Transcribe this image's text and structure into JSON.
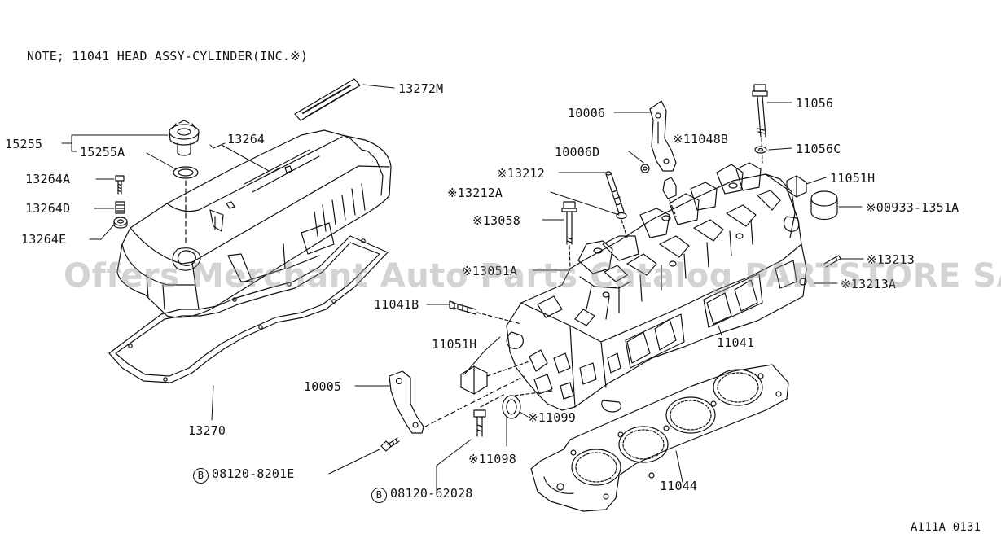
{
  "diagram": {
    "note": "NOTE; 11041 HEAD ASSY-CYLINDER(INC.※)",
    "reference": "A111A 0131",
    "watermark": "Offers Merchant Auto Parts Catalog PARTSTORE SA",
    "bolt_marker": "B",
    "parts": {
      "p13272M": "13272M",
      "p15255": "15255",
      "p15255A": "15255A",
      "p13264": "13264",
      "p13264A": "13264A",
      "p13264D": "13264D",
      "p13264E": "13264E",
      "p13270": "13270",
      "p10006": "10006",
      "p10006D": "10006D",
      "p11048B": "※11048B",
      "p13212": "※13212",
      "p13212A": "※13212A",
      "p13058": "※13058",
      "p13051A": "※13051A",
      "p11041B": "11041B",
      "p11051H_left": "11051H",
      "p10005": "10005",
      "p11099": "※11099",
      "p11098": "※11098",
      "p08120_8201E": "08120-8201E",
      "p08120_62028": "08120-62028",
      "p11041": "11041",
      "p11044": "11044",
      "p11056": "11056",
      "p11056C": "11056C",
      "p11051H_right": "11051H",
      "p00933": "※00933-1351A",
      "p13213": "※13213",
      "p13213A": "※13213A"
    }
  }
}
